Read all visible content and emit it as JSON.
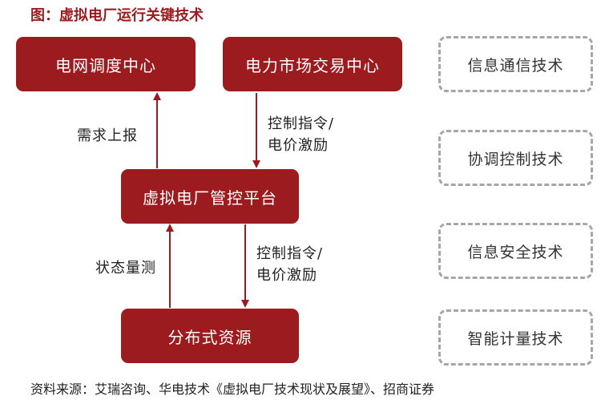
{
  "title": "图：虚拟电厂运行关键技术",
  "nodes": {
    "grid_dispatch": "电网调度中心",
    "power_market": "电力市场交易中心",
    "vpp_platform": "虚拟电厂管控平台",
    "distributed_resources": "分布式资源"
  },
  "edges": {
    "demand_report": "需求上报",
    "control_top_line1": "控制指令/",
    "control_top_line2": "电价激励",
    "status_measure": "状态量测",
    "control_bottom_line1": "控制指令/",
    "control_bottom_line2": "电价激励"
  },
  "key_technologies": [
    "信息通信技术",
    "协调控制技术",
    "信息安全技术",
    "智能计量技术"
  ],
  "colors": {
    "box_fill": "#9b1b1e",
    "dashed_border": "#a6a6a6",
    "arrow": "#9b1b1e"
  },
  "source": "资料来源：艾瑞咨询、华电技术《虚拟电厂技术现状及展望》、招商证券"
}
